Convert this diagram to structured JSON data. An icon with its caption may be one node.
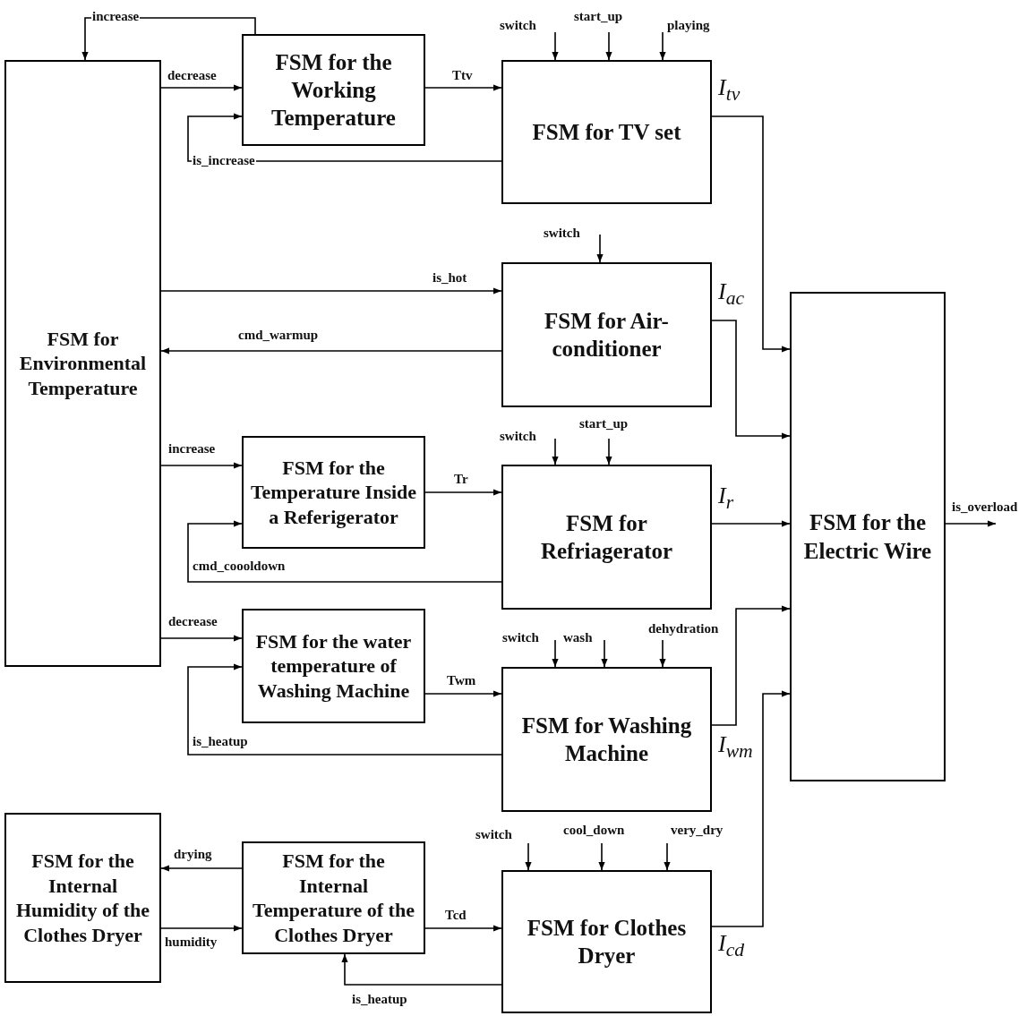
{
  "diagram": {
    "nodes": [
      {
        "text": [
          "FSM for the Working Temperature"
        ]
      },
      {
        "text": [
          "FSM for TV set"
        ]
      },
      {
        "text": [
          "FSM for Environmental Temperature"
        ]
      },
      {
        "text": [
          "FSM for Air-conditioner"
        ]
      },
      {
        "text": [
          "FSM for the Electric Wire"
        ]
      },
      {
        "text": [
          "FSM for the Temperature Inside a Referigerator"
        ]
      },
      {
        "text": [
          "FSM for Refriagerator"
        ]
      },
      {
        "text": [
          "FSM for the water temperature of Washing Machine"
        ]
      },
      {
        "text": [
          "FSM for Washing Machine"
        ]
      },
      {
        "text": [
          "FSM for the Internal Humidity of the Clothes Dryer"
        ]
      },
      {
        "text": [
          "FSM for the Internal Temperature of the Clothes Dryer"
        ]
      },
      {
        "text": [
          "FSM for Clothes Dryer"
        ]
      }
    ],
    "edges": [
      {
        "from": 0,
        "to": 2,
        "arrow": "to",
        "label": "increase"
      },
      {
        "from": 2,
        "to": 0,
        "arrow": "to",
        "label": "decrease"
      },
      {
        "from": 0,
        "to": 1,
        "arrow": "to",
        "label": "Ttv"
      },
      {
        "from": 1,
        "to": 0,
        "arrow": "to",
        "label": "is_increase"
      },
      {
        "from": null,
        "to": 1,
        "arrow": "to",
        "label": "switch"
      },
      {
        "from": null,
        "to": 1,
        "arrow": "to",
        "label": "start_up"
      },
      {
        "from": null,
        "to": 1,
        "arrow": "to",
        "label": "playing"
      },
      {
        "from": 1,
        "to": 4,
        "arrow": "to",
        "label": "I$_{tv}$"
      },
      {
        "from": null,
        "to": 3,
        "arrow": "to",
        "label": "switch"
      },
      {
        "from": 2,
        "to": 3,
        "arrow": "to",
        "label": "is_hot"
      },
      {
        "from": 3,
        "to": 2,
        "arrow": "to",
        "label": "cmd_warmup"
      },
      {
        "from": 3,
        "to": 4,
        "arrow": "to",
        "label": "I$_{ac}$"
      },
      {
        "from": 2,
        "to": 5,
        "arrow": "to",
        "label": "increase"
      },
      {
        "from": 5,
        "to": 6,
        "arrow": "to",
        "label": "Tr"
      },
      {
        "from": 6,
        "to": 5,
        "arrow": "to",
        "label": "cmd_coooldown"
      },
      {
        "from": null,
        "to": 6,
        "arrow": "to",
        "label": "switch"
      },
      {
        "from": null,
        "to": 6,
        "arrow": "to",
        "label": "start_up"
      },
      {
        "from": 6,
        "to": 4,
        "arrow": "to",
        "label": "I$_{r}$"
      },
      {
        "from": 2,
        "to": 7,
        "arrow": "to",
        "label": "decrease"
      },
      {
        "from": 7,
        "to": 8,
        "arrow": "to",
        "label": "Twm"
      },
      {
        "from": 8,
        "to": 7,
        "arrow": "to",
        "label": "is_heatup"
      },
      {
        "from": null,
        "to": 8,
        "arrow": "to",
        "label": "switch"
      },
      {
        "from": null,
        "to": 8,
        "arrow": "to",
        "label": "wash"
      },
      {
        "from": null,
        "to": 8,
        "arrow": "to",
        "label": "dehydration"
      },
      {
        "from": 8,
        "to": 4,
        "arrow": "to",
        "label": "I$_{wm}$"
      },
      {
        "from": 10,
        "to": 9,
        "arrow": "to",
        "label": "drying"
      },
      {
        "from": 9,
        "to": 10,
        "arrow": "to",
        "label": "humidity"
      },
      {
        "from": 10,
        "to": 11,
        "arrow": "to",
        "label": "Tcd"
      },
      {
        "from": 11,
        "to": 10,
        "arrow": "to",
        "label": "is_heatup"
      },
      {
        "from": null,
        "to": 11,
        "arrow": "to",
        "label": "switch"
      },
      {
        "from": null,
        "to": 11,
        "arrow": "to",
        "label": "cool_down"
      },
      {
        "from": null,
        "to": 11,
        "arrow": "to",
        "label": "very_dry"
      },
      {
        "from": 11,
        "to": 4,
        "arrow": "to",
        "label": "I$_{cd}$"
      },
      {
        "from": 4,
        "to": null,
        "arrow": "to",
        "label": "is_overload"
      }
    ]
  }
}
